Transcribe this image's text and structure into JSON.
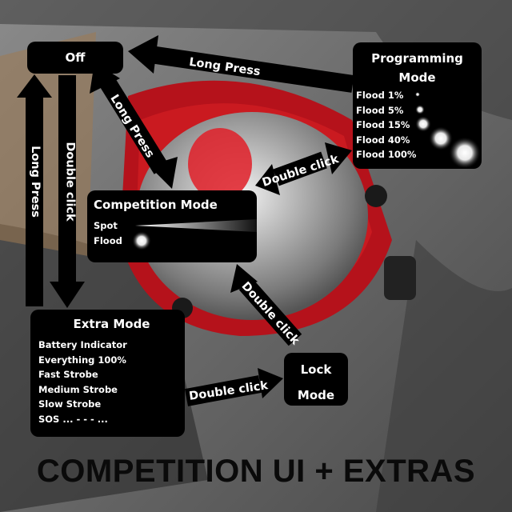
{
  "boxes": {
    "off": {
      "title": "Off"
    },
    "programming": {
      "title_line1": "Programming",
      "title_line2": "Mode",
      "rows": [
        "Flood 1%",
        "Flood 5%",
        "Flood 15%",
        "Flood 40%",
        "Flood 100%"
      ]
    },
    "competition": {
      "title": "Competition Mode",
      "rows": [
        "Spot",
        "Flood"
      ]
    },
    "extra": {
      "title": "Extra Mode",
      "rows": [
        "Battery Indicator",
        "Everything 100%",
        "Fast Strobe",
        "Medium Strobe",
        "Slow Strobe",
        "SOS ... - - - ..."
      ]
    },
    "lock": {
      "title_line1": "Lock",
      "title_line2": "Mode"
    }
  },
  "arrows": {
    "prog_to_off": "Long Press",
    "off_to_comp": "Long Press",
    "comp_to_prog": "Double click",
    "lock_to_comp": "Double click",
    "extra_to_lock": "Double click",
    "extra_to_off": "Long Press",
    "off_to_extra": "Double click"
  },
  "footer": "COMPETITION UI + EXTRAS",
  "colors": {
    "box": "#000000",
    "text": "#ffffff",
    "housing": "#b5121b",
    "background": "#6a6a6a"
  }
}
